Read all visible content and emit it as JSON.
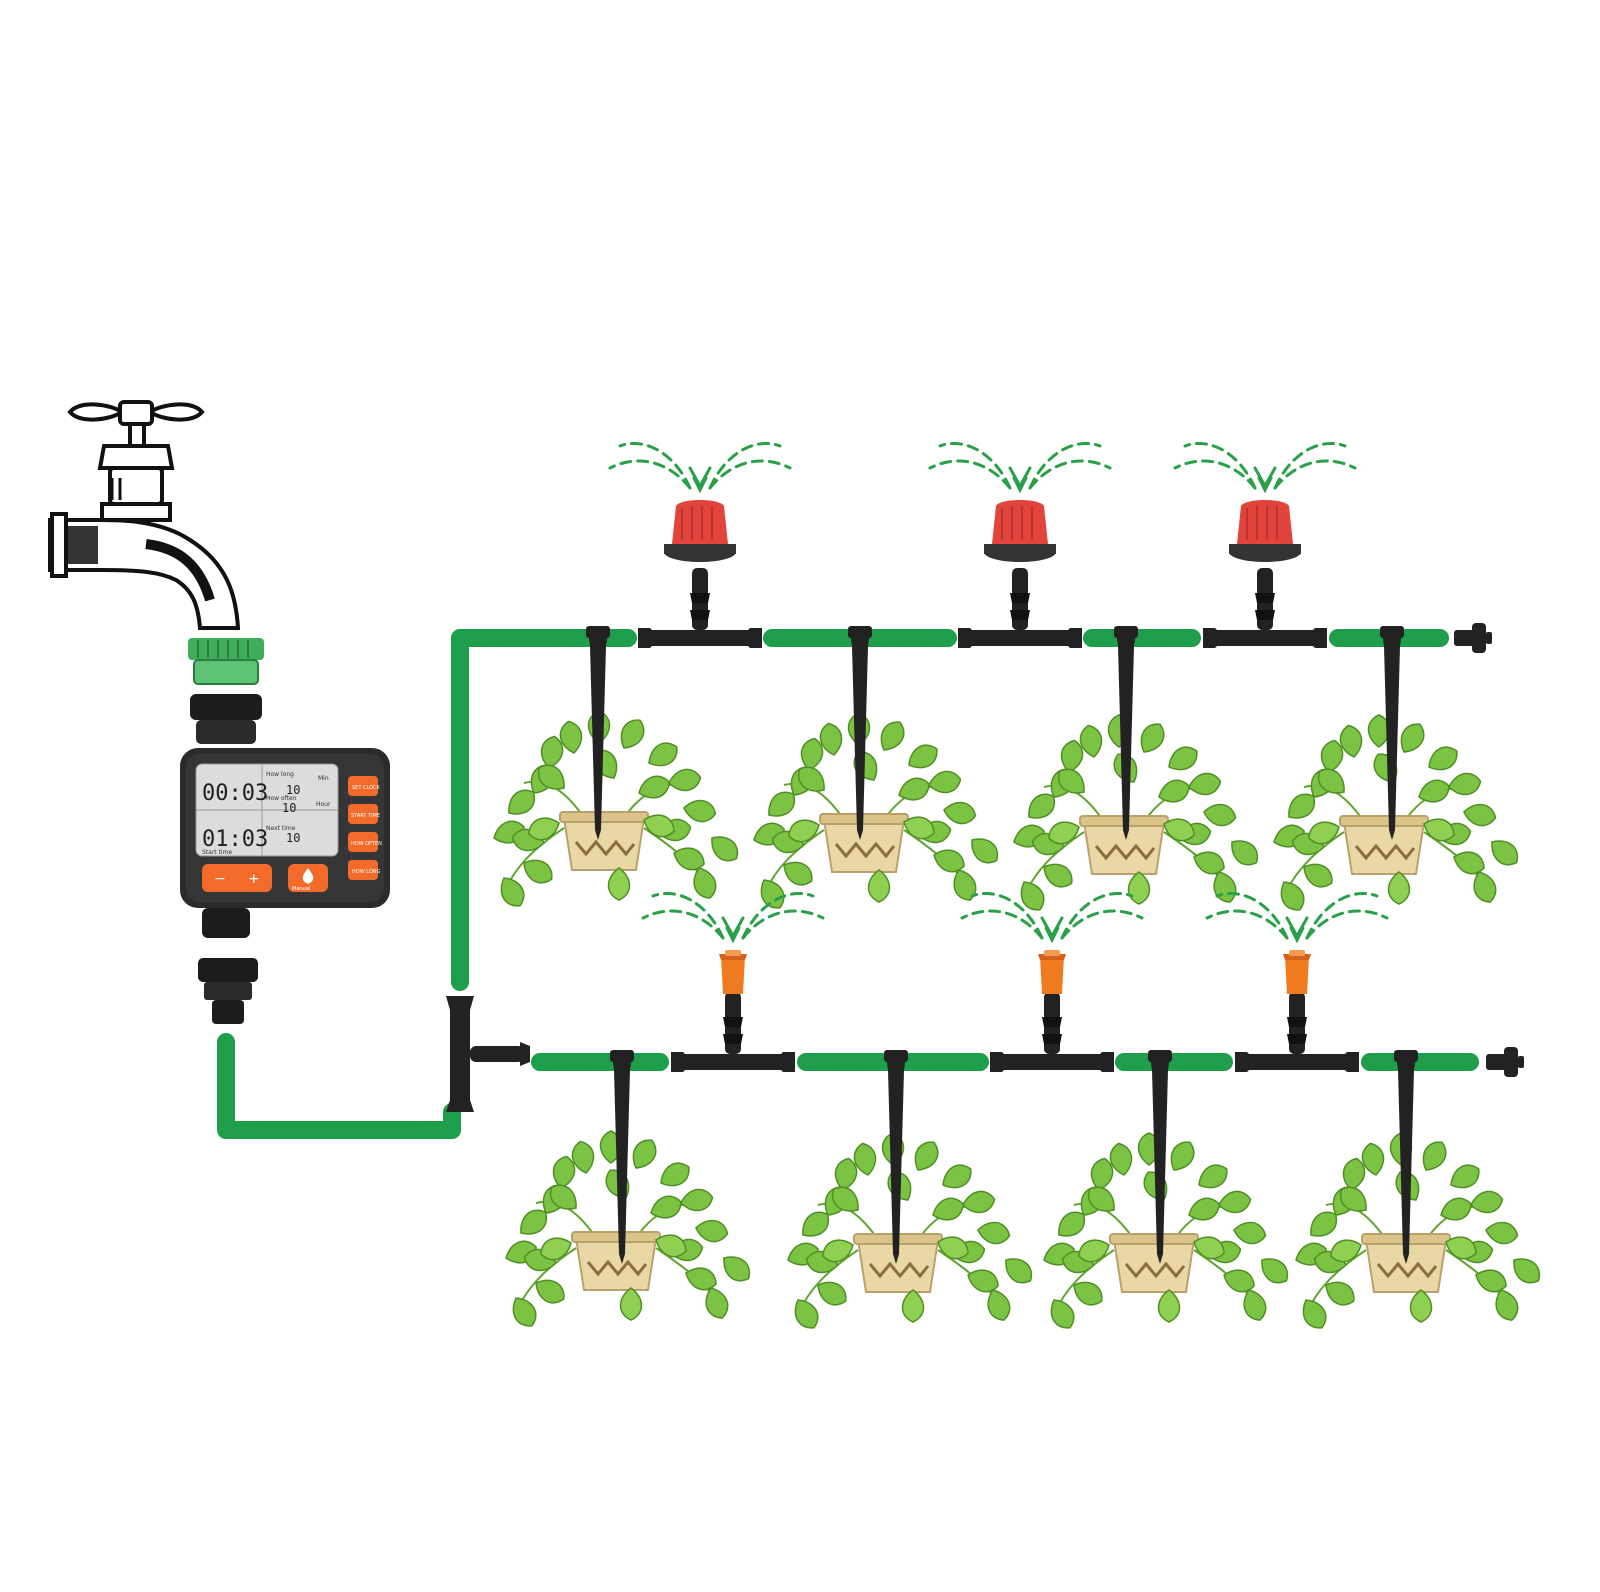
{
  "colors": {
    "hose": "#1e9e4a",
    "fitting": "#222222",
    "red_sprinkler": "#e0443a",
    "orange_sprinkler": "#f07a1e",
    "spray": "#2aa148",
    "leaf": "#7cc243",
    "pot": "#e9d8a6",
    "timer_body": "#2b2b2b",
    "timer_button": "#f36b2b",
    "lcd": "#dcdcdc",
    "adapter_green": "#3fae5a"
  },
  "icons": {
    "faucet": "faucet-icon",
    "timer": "water-timer-icon",
    "sprinkler": "sprinkler-icon",
    "dripper": "drip-stake-icon",
    "plant": "potted-plant-icon"
  },
  "timer": {
    "display": {
      "top_time": "00:03",
      "bottom_time": "01:03",
      "label_how_long": "How long",
      "label_how_often": "How often",
      "label_next_time": "Next time",
      "label_start_time": "Start time",
      "value_duration": "10",
      "value_frequency": "10",
      "value_next": "10",
      "unit_min": "Min",
      "unit_hour": "Hour"
    },
    "buttons": {
      "set_clock": "SET CLOCK",
      "start_time": "START TIME",
      "how_often": "HOW OFTEN",
      "how_long": "HOW LONG",
      "minus": "−",
      "plus": "+",
      "manual": "Manual"
    }
  }
}
